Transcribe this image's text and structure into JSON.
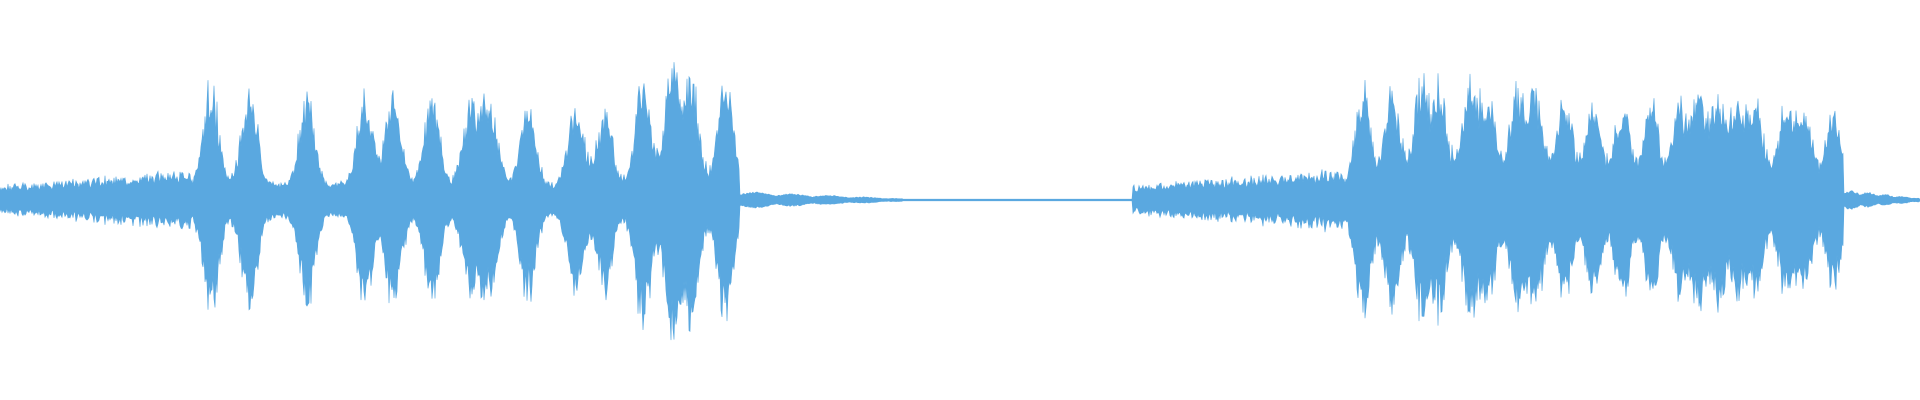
{
  "waveform": {
    "color": "#5aa8e0",
    "background": "#ffffff",
    "duration_fraction": 1.0,
    "segments": [
      {
        "start": 0.0,
        "end": 0.1,
        "level": 0.14,
        "pattern": "noise-ramp"
      },
      {
        "start": 0.1,
        "end": 0.385,
        "level": 0.62,
        "pattern": "bursts",
        "peaks": [
          0.11,
          0.13,
          0.16,
          0.19,
          0.205,
          0.225,
          0.245,
          0.255,
          0.275,
          0.3,
          0.315,
          0.335,
          0.35,
          0.36,
          0.378
        ]
      },
      {
        "start": 0.385,
        "end": 0.47,
        "level": 0.05,
        "pattern": "decay"
      },
      {
        "start": 0.47,
        "end": 0.59,
        "level": 0.005,
        "pattern": "flat"
      },
      {
        "start": 0.59,
        "end": 0.7,
        "level": 0.14,
        "pattern": "noise-ramp"
      },
      {
        "start": 0.7,
        "end": 0.96,
        "level": 0.58,
        "pattern": "bursts",
        "peaks": [
          0.71,
          0.725,
          0.74,
          0.75,
          0.765,
          0.775,
          0.79,
          0.8,
          0.815,
          0.83,
          0.845,
          0.86,
          0.875,
          0.885,
          0.895,
          0.905,
          0.915,
          0.93,
          0.94,
          0.955
        ]
      },
      {
        "start": 0.96,
        "end": 1.0,
        "level": 0.06,
        "pattern": "decay"
      }
    ]
  }
}
